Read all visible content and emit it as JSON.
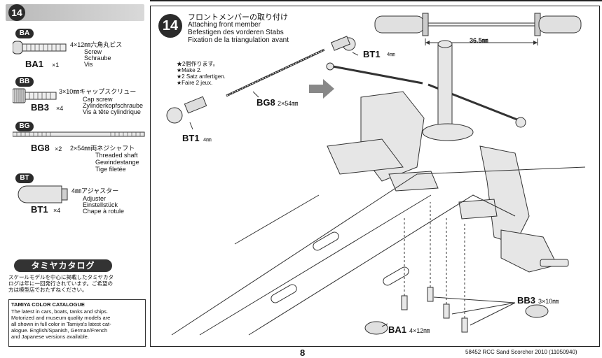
{
  "sidebar": {
    "step_number": "14",
    "parts": [
      {
        "badge": "BA",
        "code": "BA1",
        "qty": "×1",
        "spec": "4×12㎜六角丸ビス",
        "names": [
          "Screw",
          "Schraube",
          "Vis"
        ]
      },
      {
        "badge": "BB",
        "code": "BB3",
        "qty": "×4",
        "spec": "3×10㎜キャップスクリュー",
        "names": [
          "Cap screw",
          "Zylinderkopfschraube",
          "Vis à tête cylindrique"
        ]
      },
      {
        "badge": "BG",
        "code": "BG8",
        "qty": "×2",
        "spec": "2×54㎜両ネジシャフト",
        "names": [
          "Threaded shaft",
          "Gewindestange",
          "Tige filetée"
        ]
      },
      {
        "badge": "BT",
        "code": "BT1",
        "qty": "×4",
        "spec": "4㎜アジャスター",
        "names": [
          "Adjuster",
          "Einstellstück",
          "Chape à rotule"
        ]
      }
    ],
    "catalog": {
      "title": "タミヤカタログ",
      "jp_text": [
        "スケールモデルを中心に掲載したタミヤカタ",
        "ログは年に一回発行されています。ご希望の",
        "方は模型店でおたずねください。"
      ],
      "box_title": "TAMIYA COLOR CATALOGUE",
      "box_text": [
        "The latest in cars, boats, tanks and ships.",
        "Motorized and museum quality models are",
        "all shown in full color in Tamiya's latest cat-",
        "alogue. English/Spanish, German/French",
        "and Japanese versions available."
      ]
    }
  },
  "main": {
    "step_number": "14",
    "title_jp": "フロントメンバーの取り付け",
    "title_en": "Attaching front member",
    "title_de": "Befestigen des vorderen Stabs",
    "title_fr": "Fixation de la triangulation avant",
    "make_note": [
      "★2個作ります。",
      "★Make 2.",
      "★2 Satz anfertigen.",
      "★Faire 2 jeux."
    ],
    "dimension": "36.5㎜",
    "callouts": {
      "bt1_top": "BT1",
      "bt1_top_size": "4㎜",
      "bg8": "BG8",
      "bg8_size": "2×54㎜",
      "bt1_bottom": "BT1",
      "bt1_bottom_size": "4㎜",
      "bb3": "BB3",
      "bb3_size": "3×10㎜",
      "ba1": "BA1",
      "ba1_size": "4×12㎜"
    }
  },
  "footer": {
    "page_number": "8",
    "product": "58452 RCC Sand Scorcher 2010 (11050940)"
  }
}
